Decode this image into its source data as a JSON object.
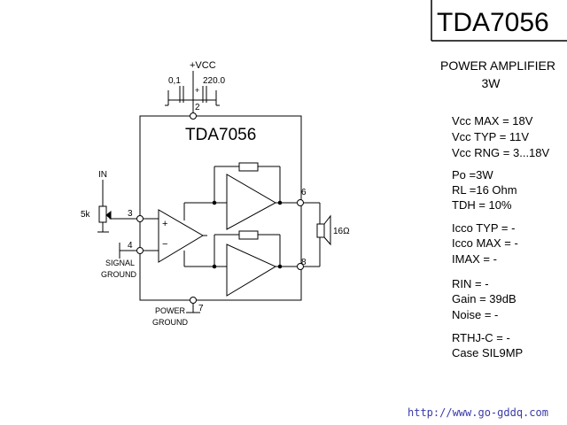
{
  "title_box": "TDA7056",
  "heading": {
    "line1": "POWER AMPLIFIER",
    "line2": "3W"
  },
  "circuit": {
    "ic_label": "TDA7056",
    "vcc_label": "+VCC",
    "cap_small": "0,1",
    "cap_large": "220.0",
    "pins": {
      "p2": "2",
      "p3": "3",
      "p4": "4",
      "p6": "6",
      "p7": "7",
      "p8": "8"
    },
    "input_label": "IN",
    "pot_label": "5k",
    "opamp_plus": "+",
    "opamp_minus": "−",
    "signal_ground": [
      "SIGNAL",
      "GROUND"
    ],
    "power_ground": [
      "POWER",
      "GROUND"
    ],
    "speaker_label": "16Ω"
  },
  "specs": {
    "group1": [
      "Vcc MAX = 18V",
      "Vcc TYP = 11V",
      "Vcc RNG = 3...18V"
    ],
    "group2": [
      "Po  =3W",
      "RL  =16 Ohm",
      "TDH = 10%"
    ],
    "group3": [
      "Icco TYP = -",
      "Icco MAX = -",
      "IMAX  =    -"
    ],
    "group4": [
      "RIN  =  -",
      "Gain  =  39dB",
      "Noise = -"
    ],
    "group5": [
      "RTHJ-C = -",
      "Case SIL9MP"
    ]
  },
  "url": "http://www.go-gddq.com"
}
